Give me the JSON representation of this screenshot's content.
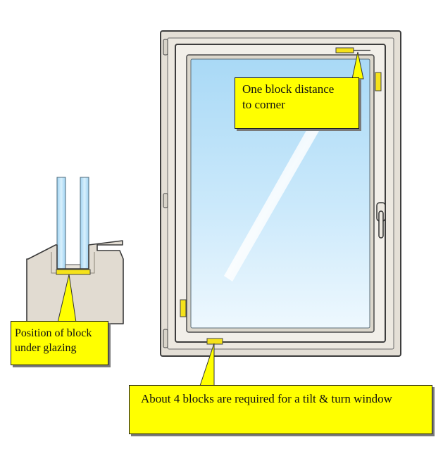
{
  "callouts": {
    "corner": {
      "line1": "One block distance",
      "line2": "to corner"
    },
    "glazing": {
      "line1": "Position of block",
      "line2": "under glazing"
    },
    "tilt_turn": {
      "text": "About 4 blocks are required for a tilt & turn window"
    }
  },
  "colors": {
    "callout_fill": "#ffff00",
    "block_fill": "#f5e21a",
    "frame_fill": "#e4dfd6",
    "glass_top": "#a9d9f6",
    "glass_bottom": "#e8f6fd"
  }
}
